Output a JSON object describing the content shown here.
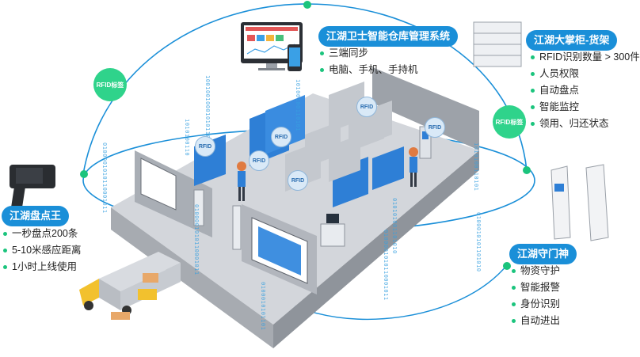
{
  "colors": {
    "accent": "#1a8fd8",
    "bullet": "#1bc47d",
    "rfid_badge": "#2fd38b",
    "floor": "#c9cdd3",
    "wall": "#9ea3aa",
    "shelf": "#2e7fd6"
  },
  "system": {
    "title": "江湖卫士智能仓库管理系统",
    "items": [
      "三端同步",
      "电脑、手机、手持机"
    ]
  },
  "cabinet": {
    "title": "江湖大掌柜-货架",
    "items": [
      "RFID识别数量 > 300件",
      "人员权限",
      "自动盘点",
      "智能监控",
      "领用、归还状态"
    ]
  },
  "handheld": {
    "title": "江湖盘点王",
    "items": [
      "一秒盘点200条",
      "5-10米感应距离",
      "1小时上线使用"
    ]
  },
  "gate": {
    "title": "江湖守门神",
    "items": [
      "物资守护",
      "智能报警",
      "身份识别",
      "自动进出"
    ]
  },
  "badges": {
    "rfid_left": "RFID标签",
    "rfid_right": "RFID标签"
  },
  "pins": [
    "RFID",
    "RFID",
    "RFID",
    "RFID",
    "RFID",
    "RFID"
  ],
  "binary": [
    "1010100110",
    "0100001010110001011",
    "100100100010101101",
    "0100001010110001011",
    "10100100110101",
    "010101001101010",
    "0100001010110001011",
    "0100010101101",
    "1010100110101",
    "0100010101101010"
  ]
}
